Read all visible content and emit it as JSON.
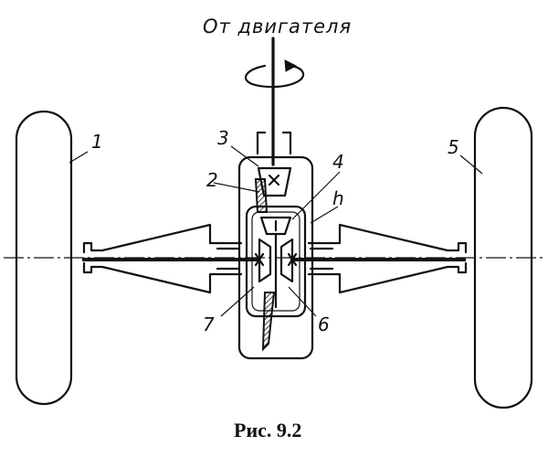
{
  "diagram": {
    "title": "От двигателя",
    "caption": "Рис. 9.2",
    "labels": {
      "l1": "1",
      "l2": "2",
      "l3": "3",
      "l4": "4",
      "l5": "5",
      "l6": "6",
      "l7": "7",
      "lh": "h"
    }
  }
}
